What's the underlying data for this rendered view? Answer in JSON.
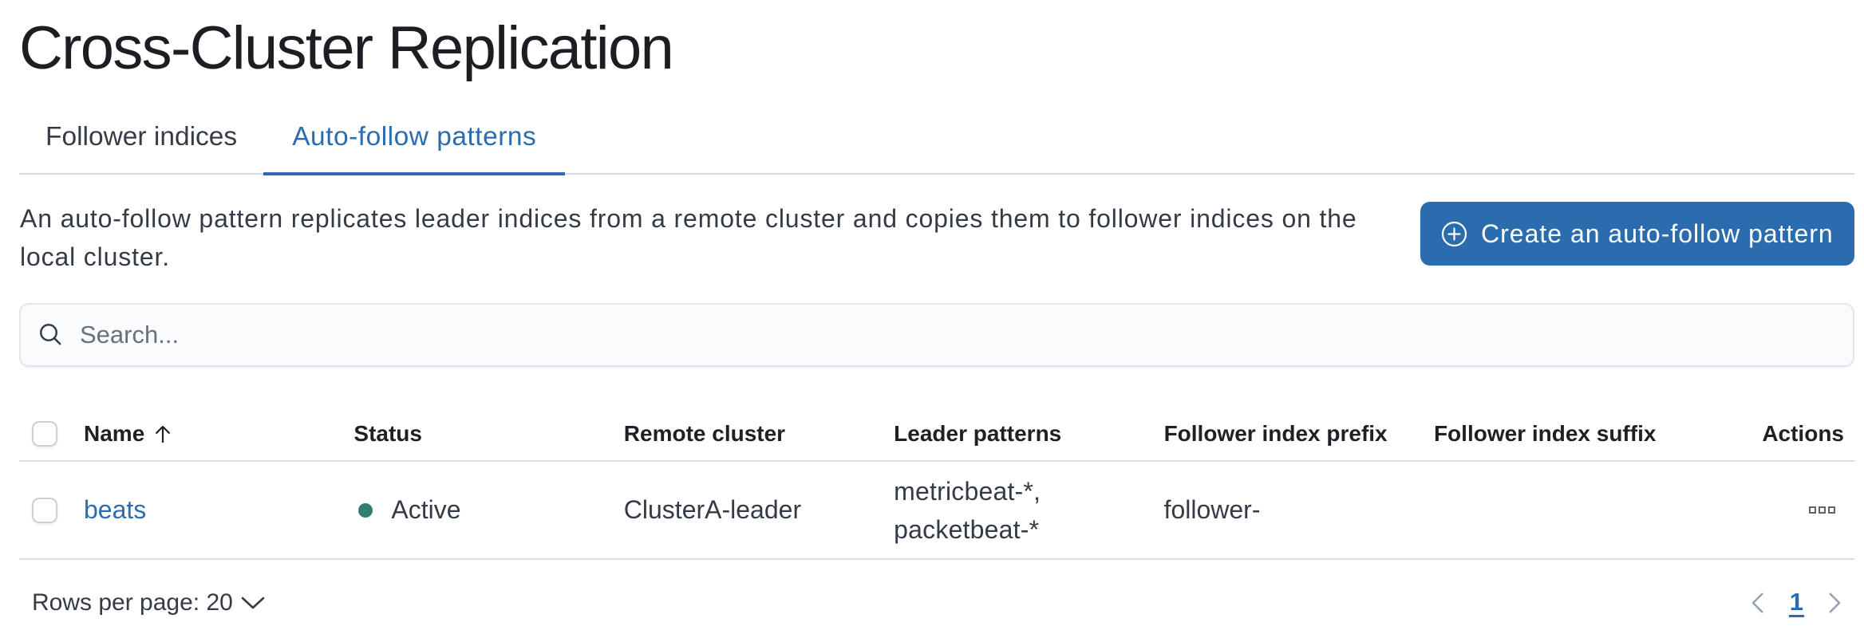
{
  "page": {
    "title": "Cross-Cluster Replication"
  },
  "tabs": [
    {
      "label": "Follower indices",
      "active": false
    },
    {
      "label": "Auto-follow patterns",
      "active": true
    }
  ],
  "description": "An auto-follow pattern replicates leader indices from a remote cluster and copies them to follower indices on the local cluster.",
  "create_button": {
    "label": "Create an auto-follow pattern",
    "icon": "plus-in-circle-icon",
    "color": "#2b6caf"
  },
  "search": {
    "placeholder": "Search...",
    "value": "",
    "icon": "search-icon"
  },
  "table": {
    "columns": {
      "name": "Name",
      "status": "Status",
      "remote_cluster": "Remote cluster",
      "leader_patterns": "Leader patterns",
      "follower_index_prefix": "Follower index prefix",
      "follower_index_suffix": "Follower index suffix",
      "actions": "Actions"
    },
    "sort": {
      "column": "Name",
      "direction": "ascending",
      "icon": "sort-ascending-arrow-icon"
    },
    "rows": [
      {
        "name": "beats",
        "status": "Active",
        "status_color": "#2f7e6f",
        "remote_cluster": "ClusterA-leader",
        "leader_patterns": "metricbeat-*, packetbeat-*",
        "follower_index_prefix": "follower-",
        "follower_index_suffix": "",
        "actions_icon": "boxes-horizontal-icon"
      }
    ]
  },
  "footer": {
    "rows_per_page_label": "Rows per page: 20",
    "current_page": "1"
  },
  "colors": {
    "primary_blue": "#2b6caf",
    "status_active_green": "#2f7e6f",
    "divider_grey": "#d9dfea",
    "text_dark": "#343a46"
  }
}
